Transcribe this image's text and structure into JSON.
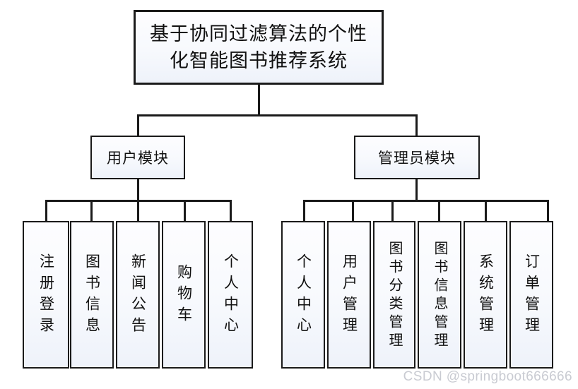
{
  "diagram": {
    "type": "hierarchy-tree",
    "root": {
      "id": "system-root",
      "label": "基于协同过滤算法的个性化智能图书推荐系统"
    },
    "modules": [
      {
        "id": "user-module",
        "label": "用户模块"
      },
      {
        "id": "admin-module",
        "label": "管理员模块"
      }
    ],
    "user_features": [
      {
        "id": "register-login",
        "label": "注册登录"
      },
      {
        "id": "book-info",
        "label": "图书信息"
      },
      {
        "id": "news-notice",
        "label": "新闻公告"
      },
      {
        "id": "shopping-cart",
        "label": "购物车"
      },
      {
        "id": "personal-center",
        "label": "个人中心"
      }
    ],
    "admin_features": [
      {
        "id": "personal-center-admin",
        "label": "个人中心"
      },
      {
        "id": "user-management",
        "label": "用户管理"
      },
      {
        "id": "book-category-mgmt",
        "label": "图书分类管理"
      },
      {
        "id": "book-info-mgmt",
        "label": "图书信息管理"
      },
      {
        "id": "system-management",
        "label": "系统管理"
      },
      {
        "id": "order-management",
        "label": "订单管理"
      }
    ]
  },
  "watermark": {
    "text": "CSDN @springboot666666"
  },
  "colors": {
    "border": "#1a1a1a",
    "box_fill": "#f7f9fd",
    "page_background": "#ffffff",
    "watermark": "#c9cbd2",
    "text": "#111111"
  }
}
